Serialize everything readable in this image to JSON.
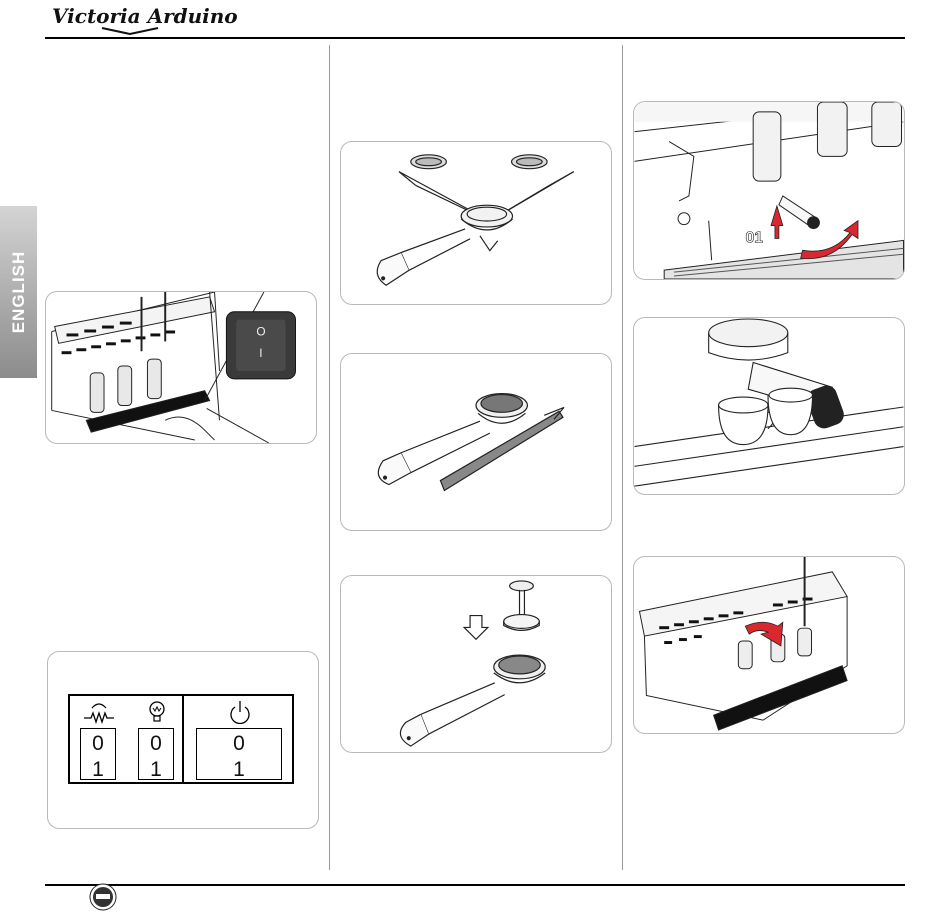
{
  "header": {
    "brand": "Victoria Arduino"
  },
  "sidebar": {
    "language_label": "ENGLISH"
  },
  "power_switch": {
    "off_symbol": "O",
    "on_symbol": "I"
  },
  "switch_table": {
    "columns": [
      {
        "icon": "heating-element-icon",
        "off": "0",
        "on": "1"
      },
      {
        "icon": "lamp-icon",
        "off": "0",
        "on": "1"
      },
      {
        "icon": "power-icon",
        "off": "0",
        "on": "1"
      }
    ]
  },
  "illustrations": {
    "steam_wand_step_label": "01"
  },
  "colors": {
    "arrow_red": "#d9282f",
    "side_tab_gray": "#9e9e9e",
    "panel_border": "#b9b9b9"
  },
  "footer": {
    "badge_icon": "certification-seal-icon"
  }
}
